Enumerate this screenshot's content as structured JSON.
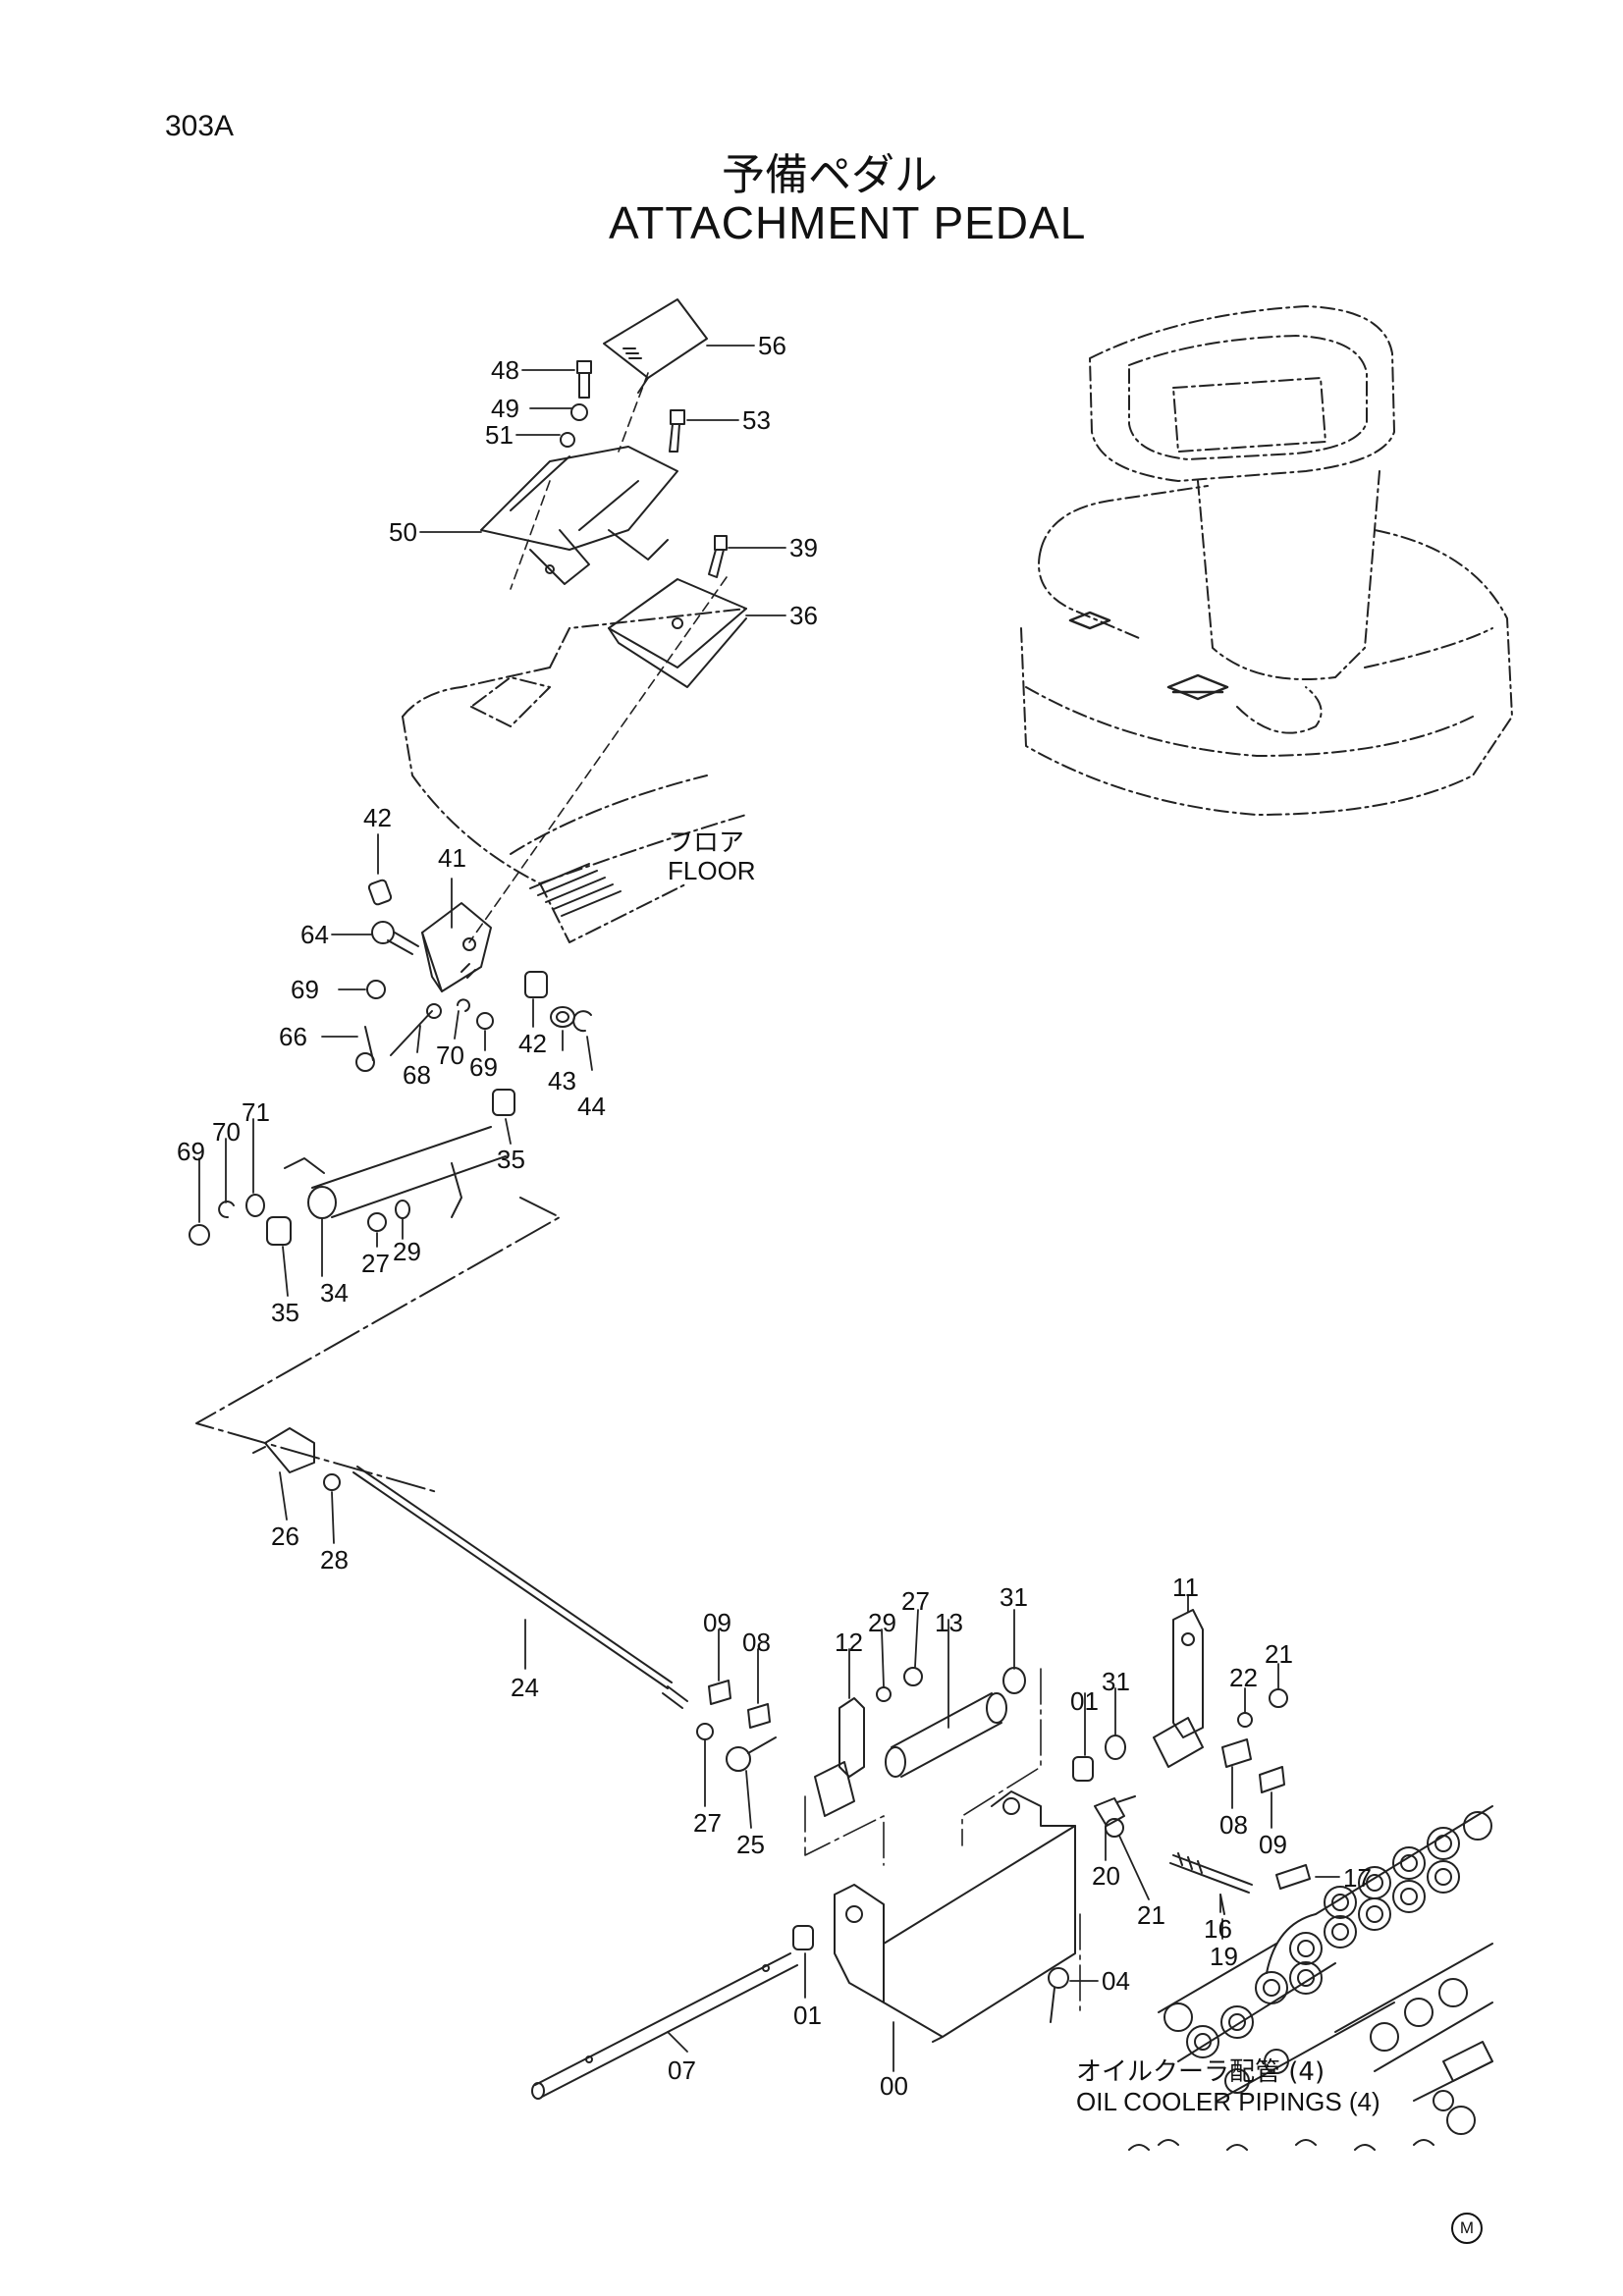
{
  "header": {
    "page_id": "303A",
    "title_jp": "予備ペダル",
    "title_en": "ATTACHMENT PEDAL"
  },
  "notes": {
    "floor_jp": "フロア",
    "floor_en": "FLOOR",
    "oil_cooler_jp": "オイルクーラ配管 (4)",
    "oil_cooler_en": "OIL COOLER PIPINGS (4)",
    "mark": "M"
  },
  "callouts": [
    {
      "id": "c56",
      "text": "56"
    },
    {
      "id": "c48",
      "text": "48"
    },
    {
      "id": "c49",
      "text": "49"
    },
    {
      "id": "c53",
      "text": "53"
    },
    {
      "id": "c51",
      "text": "51"
    },
    {
      "id": "c50",
      "text": "50"
    },
    {
      "id": "c39",
      "text": "39"
    },
    {
      "id": "c36",
      "text": "36"
    },
    {
      "id": "c42a",
      "text": "42"
    },
    {
      "id": "c41",
      "text": "41"
    },
    {
      "id": "c64",
      "text": "64"
    },
    {
      "id": "c69a",
      "text": "69"
    },
    {
      "id": "c66",
      "text": "66"
    },
    {
      "id": "c68",
      "text": "68"
    },
    {
      "id": "c70a",
      "text": "70"
    },
    {
      "id": "c69b",
      "text": "69"
    },
    {
      "id": "c42b",
      "text": "42"
    },
    {
      "id": "c43",
      "text": "43"
    },
    {
      "id": "c44",
      "text": "44"
    },
    {
      "id": "c35a",
      "text": "35"
    },
    {
      "id": "c69c",
      "text": "69"
    },
    {
      "id": "c70b",
      "text": "70"
    },
    {
      "id": "c71",
      "text": "71"
    },
    {
      "id": "c27a",
      "text": "27"
    },
    {
      "id": "c29a",
      "text": "29"
    },
    {
      "id": "c34",
      "text": "34"
    },
    {
      "id": "c35b",
      "text": "35"
    },
    {
      "id": "c26",
      "text": "26"
    },
    {
      "id": "c28",
      "text": "28"
    },
    {
      "id": "c24",
      "text": "24"
    },
    {
      "id": "c09a",
      "text": "09"
    },
    {
      "id": "c08a",
      "text": "08"
    },
    {
      "id": "c12",
      "text": "12"
    },
    {
      "id": "c29b",
      "text": "29"
    },
    {
      "id": "c27b",
      "text": "27"
    },
    {
      "id": "c13",
      "text": "13"
    },
    {
      "id": "c31a",
      "text": "31"
    },
    {
      "id": "c11",
      "text": "11"
    },
    {
      "id": "c22",
      "text": "22"
    },
    {
      "id": "c21a",
      "text": "21"
    },
    {
      "id": "c01a",
      "text": "01"
    },
    {
      "id": "c31b",
      "text": "31"
    },
    {
      "id": "c27c",
      "text": "27"
    },
    {
      "id": "c25",
      "text": "25"
    },
    {
      "id": "c08b",
      "text": "08"
    },
    {
      "id": "c09b",
      "text": "09"
    },
    {
      "id": "c20",
      "text": "20"
    },
    {
      "id": "c21b",
      "text": "21"
    },
    {
      "id": "c17",
      "text": "17"
    },
    {
      "id": "c16",
      "text": "16"
    },
    {
      "id": "c19",
      "text": "19"
    },
    {
      "id": "c04",
      "text": "04"
    },
    {
      "id": "c01b",
      "text": "01"
    },
    {
      "id": "c07",
      "text": "07"
    },
    {
      "id": "c00",
      "text": "00"
    }
  ]
}
